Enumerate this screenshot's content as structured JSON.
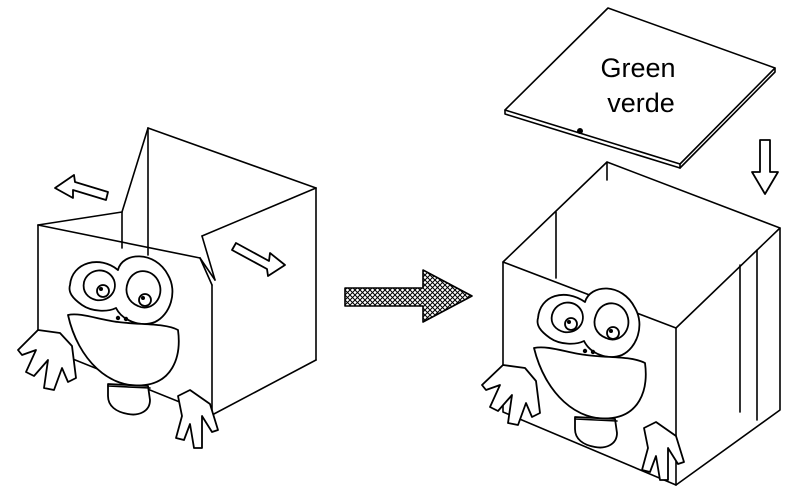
{
  "lid_label": {
    "line1": "Green",
    "line2": "verde"
  },
  "colors": {
    "ink": "#000000",
    "paper": "#ffffff"
  },
  "icons": {
    "open_box": "frog-box-open",
    "closed_box": "frog-box-closed",
    "transition_arrow": "hatched-right-arrow",
    "lid_down_arrow": "down-arrow",
    "flap_arrows": "outline-arrows"
  }
}
